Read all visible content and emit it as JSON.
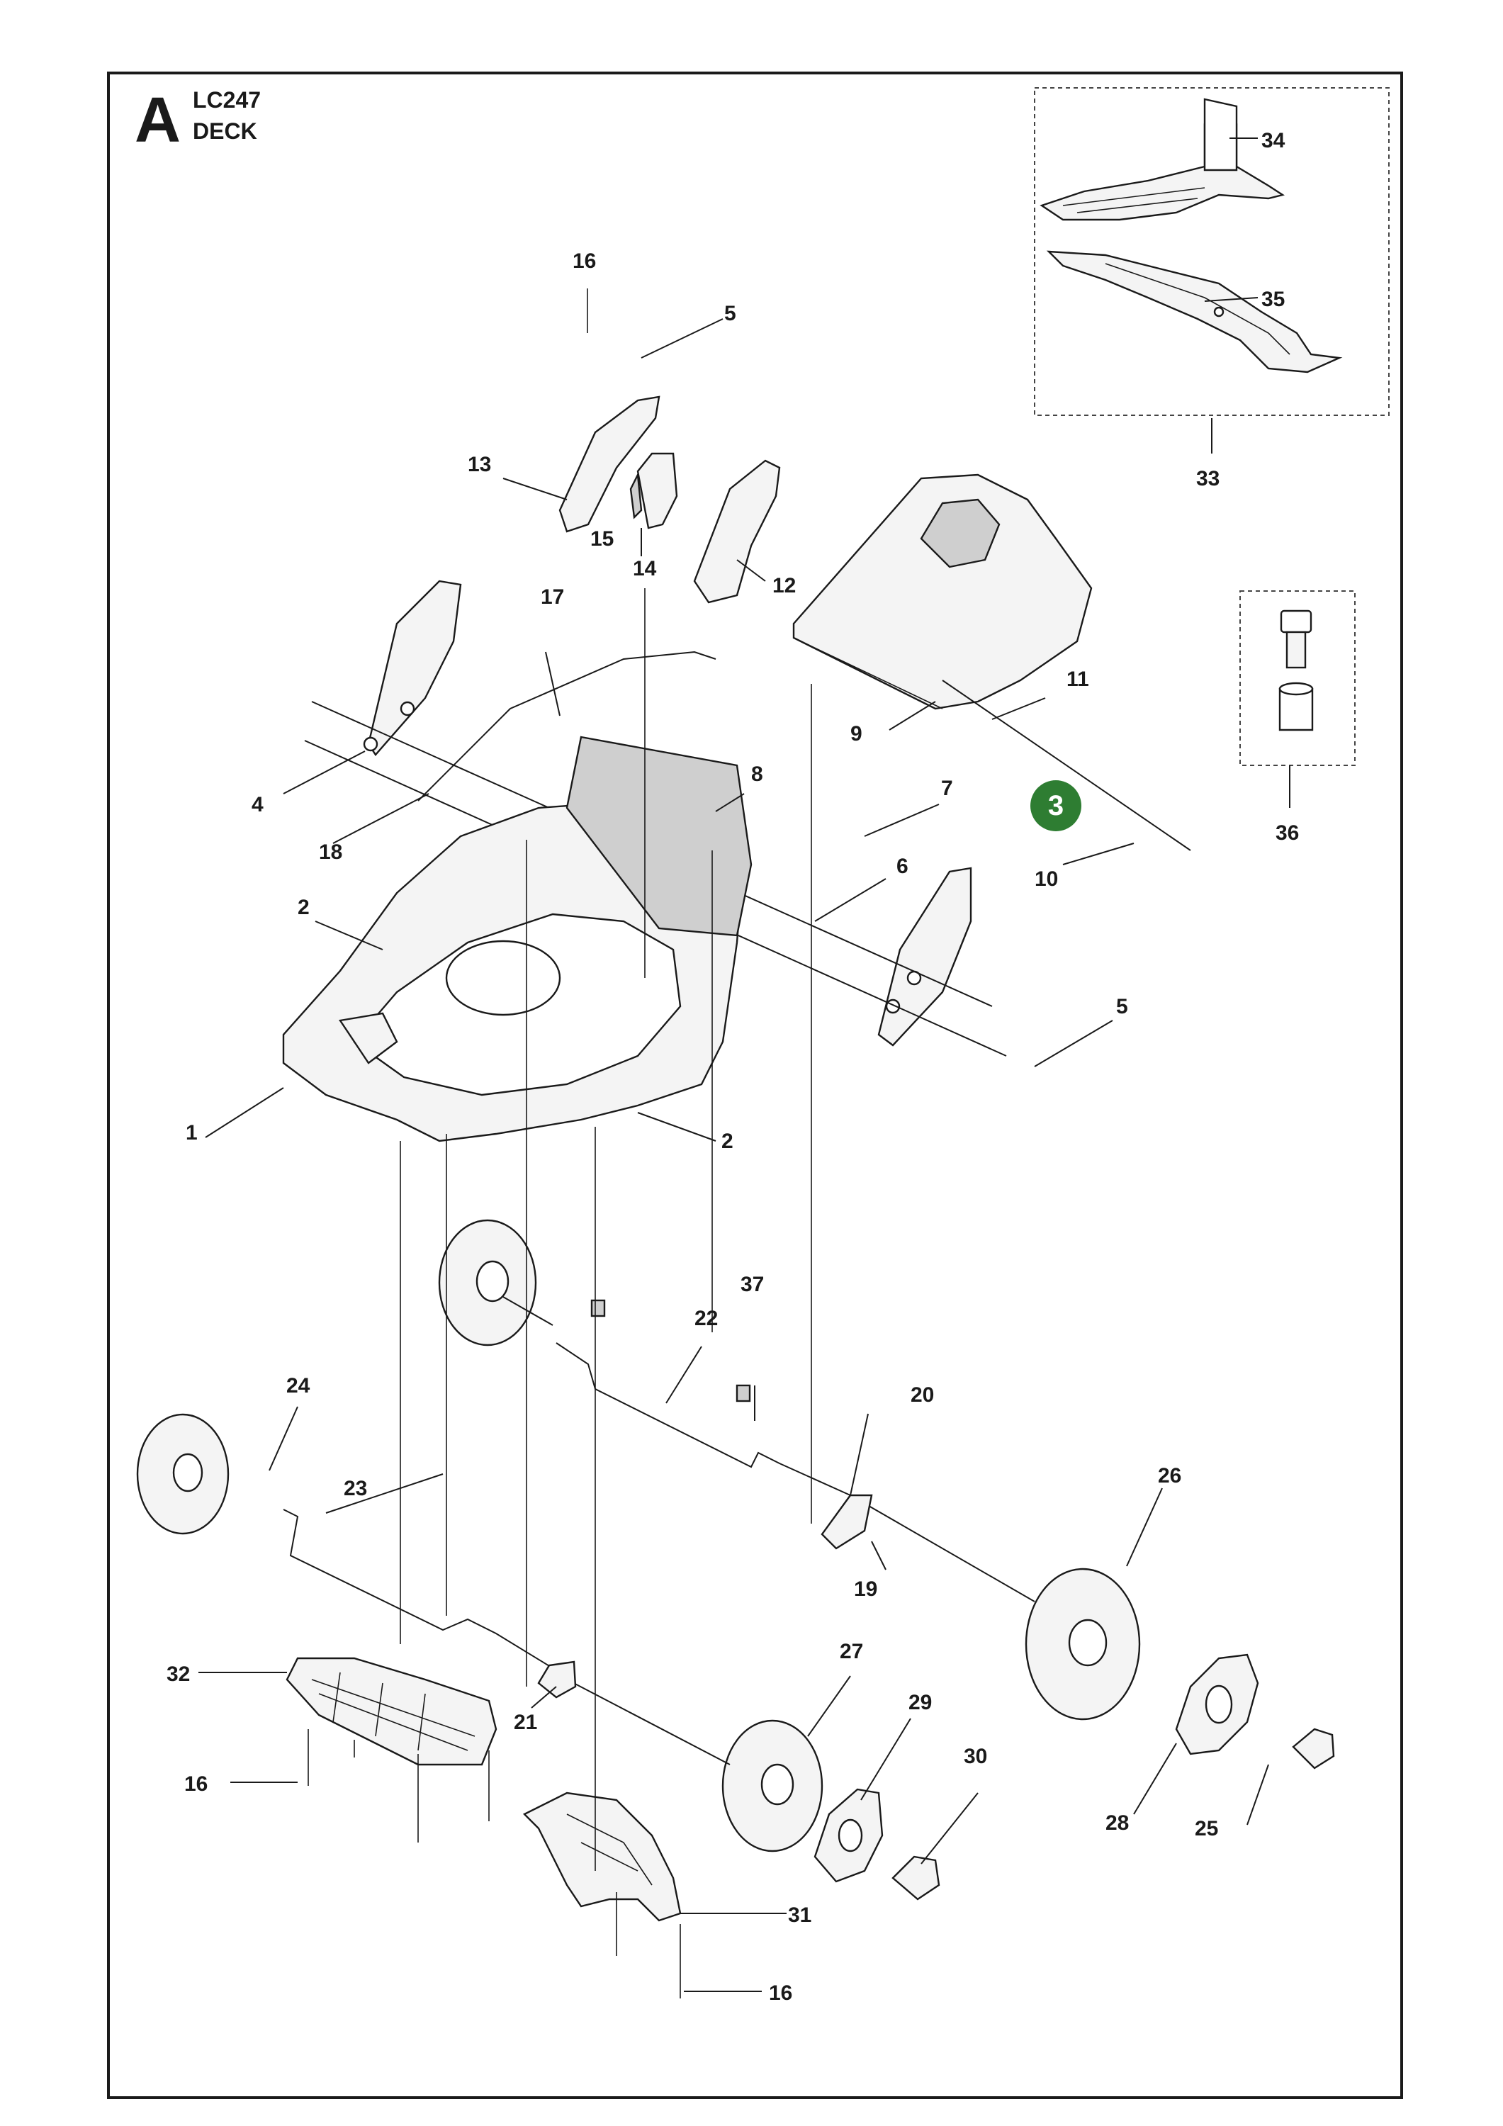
{
  "header": {
    "section_letter": "A",
    "model": "LC247",
    "title": "DECK"
  },
  "highlight": {
    "label": "3",
    "color": "#2e7d32"
  },
  "labels": {
    "l1": "1",
    "l2a": "2",
    "l2b": "2",
    "l4": "4",
    "l5a": "5",
    "l5b": "5",
    "l6": "6",
    "l7": "7",
    "l8": "8",
    "l9": "9",
    "l10": "10",
    "l11": "11",
    "l12": "12",
    "l13": "13",
    "l14": "14",
    "l15": "15",
    "l16a": "16",
    "l16b": "16",
    "l16c": "16",
    "l17": "17",
    "l18": "18",
    "l19": "19",
    "l20": "20",
    "l21": "21",
    "l22": "22",
    "l23": "23",
    "l24": "24",
    "l25": "25",
    "l26": "26",
    "l27": "27",
    "l28": "28",
    "l29": "29",
    "l30": "30",
    "l31": "31",
    "l32": "32",
    "l33": "33",
    "l34": "34",
    "l35": "35",
    "l36": "36",
    "l37": "37"
  }
}
